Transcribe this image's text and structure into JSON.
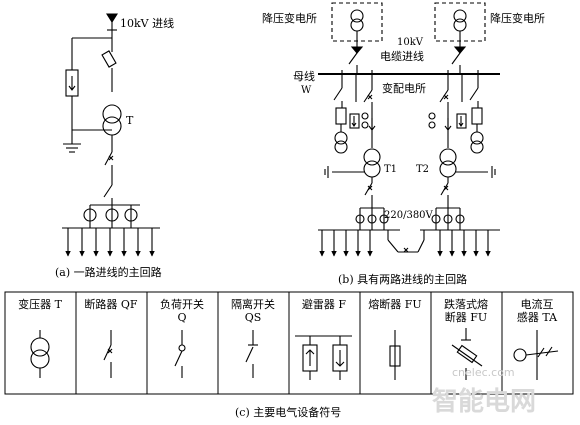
{
  "diagram_a": {
    "incoming_label": "10kV 进线",
    "transformer_label": "T",
    "caption": "(a)  一路进线的主回路"
  },
  "diagram_b": {
    "substation_left": "降压变电所",
    "substation_right": "降压变电所",
    "cable_label_line1": "10kV",
    "cable_label_line2": "电缆进线",
    "busbar_label_line1": "母线",
    "busbar_label_line2": "W",
    "station_label": "变配电所",
    "t1_label": "T1",
    "t2_label": "T2",
    "voltage_label": "220/380V",
    "caption": "(b)  具有两路进线的主回路"
  },
  "legend": {
    "items": [
      {
        "line1": "变压器 T",
        "line2": "",
        "icon": "transformer-icon"
      },
      {
        "line1": "断路器 QF",
        "line2": "",
        "icon": "circuit-breaker-icon"
      },
      {
        "line1": "负荷开关",
        "line2": "Q",
        "icon": "load-switch-icon"
      },
      {
        "line1": "隔离开关",
        "line2": "QS",
        "icon": "disconnector-icon"
      },
      {
        "line1": "避雷器 F",
        "line2": "",
        "icon": "surge-arrester-icon"
      },
      {
        "line1": "熔断器 FU",
        "line2": "",
        "icon": "fuse-icon"
      },
      {
        "line1": "跌落式熔",
        "line2": "断器 FU",
        "icon": "drop-out-fuse-icon"
      },
      {
        "line1": "电流互",
        "line2": "感器 TA",
        "icon": "current-transformer-icon"
      }
    ],
    "caption": "(c)  主要电气设备符号"
  },
  "watermark": {
    "small": "cnelec.com",
    "big": "智能电网"
  }
}
